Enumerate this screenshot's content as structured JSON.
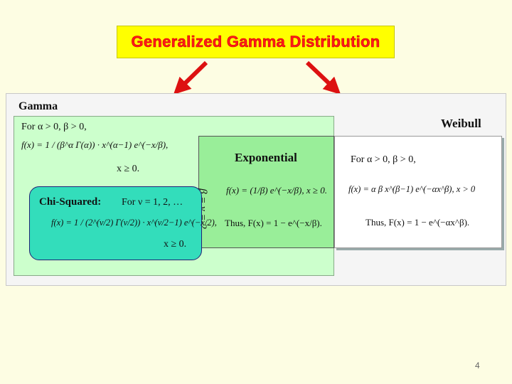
{
  "title": "Generalized Gamma Distribution",
  "gamma": {
    "heading": "Gamma",
    "condition": "For α > 0, β > 0,",
    "formula": "f(x) = 1 / (β^α Γ(α)) · x^(α−1) e^(−x/β),",
    "domain": "x ≥ 0."
  },
  "chi": {
    "heading": "Chi-Squared:",
    "condition": "For ν = 1, 2, …",
    "formula": "f(x) = 1 / (2^(ν/2) Γ(ν/2)) · x^(ν/2−1) e^(−x/2),",
    "domain": "x ≥ 0."
  },
  "exponential": {
    "heading": "Exponential",
    "formula": "f(x) = (1/β) e^(−x/β),   x ≥ 0.",
    "cdf": "Thus, F(x) = 1 − e^(−x/β)."
  },
  "weibull": {
    "heading": "Weibull",
    "condition": "For α > 0, β > 0,",
    "formula": "f(x) = α β x^(β−1) e^(−αx^β),   x > 0",
    "cdf": "Thus, F(x) = 1 − e^(−αx^β)."
  },
  "relation_label": "β = ν = 2",
  "page_number": "4",
  "colors": {
    "title_bg": "#ffff00",
    "title_text": "#ff1a1a",
    "arrow": "#dd1111",
    "gamma_bg": "#ccffcc",
    "exponential_bg": "#99ee99",
    "chi_bg": "#33ddbb"
  }
}
